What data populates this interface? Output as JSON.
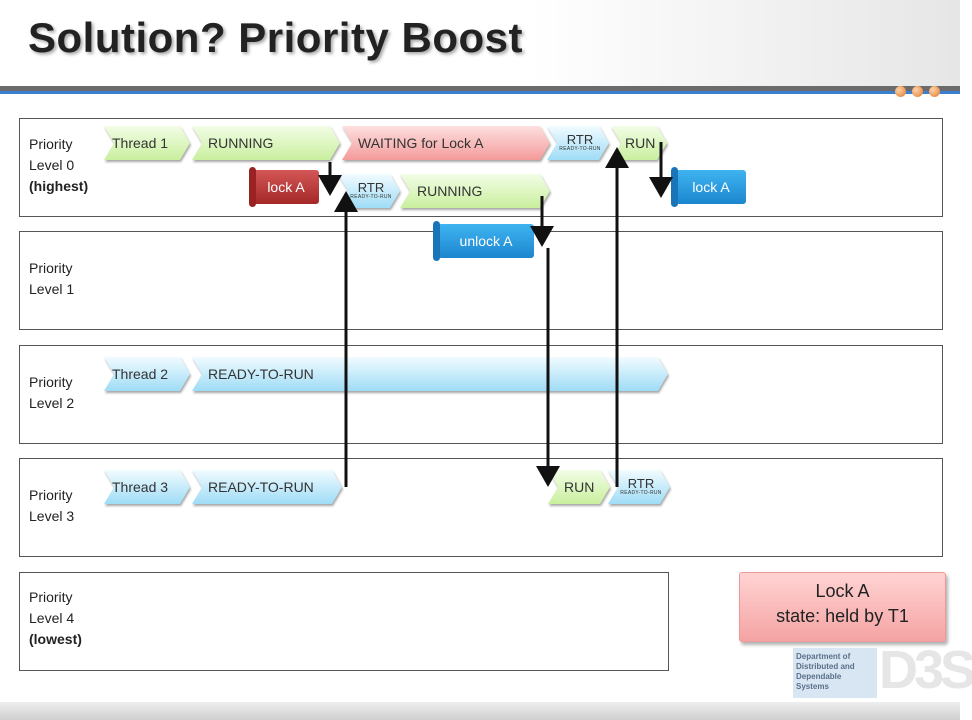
{
  "title": "Solution? Priority Boost",
  "lanes": [
    {
      "line1": "Priority",
      "line2": "Level 0",
      "line3": "(highest)"
    },
    {
      "line1": "Priority",
      "line2": "Level 1"
    },
    {
      "line1": "Priority",
      "line2": "Level 2"
    },
    {
      "line1": "Priority",
      "line2": "Level 3"
    },
    {
      "line1": "Priority",
      "line2": "Level 4",
      "line3": "(lowest)"
    }
  ],
  "shapes": {
    "thread1": "Thread 1",
    "running_t1": "RUNNING",
    "waiting": "WAITING for Lock A",
    "rtr1": "RTR",
    "rtr1_sub": "READY-TO-RUN",
    "run_l0": "RUN",
    "rtr2": "RTR",
    "rtr2_sub": "READY-TO-RUN",
    "running_l0b": "RUNNING",
    "thread2": "Thread 2",
    "rtr_t2": "READY-TO-RUN",
    "thread3": "Thread 3",
    "rtr_t3": "READY-TO-RUN",
    "run_l3": "RUN",
    "rtr3": "RTR",
    "rtr3_sub": "READY-TO-RUN"
  },
  "flags": {
    "lock_a_red": "lock A",
    "lock_a_blue": "lock A",
    "unlock_a": "unlock A"
  },
  "lock_status": {
    "line1": "Lock A",
    "line2": "state: held by T1"
  },
  "logo": {
    "text": "Department of Distributed and Dependable Systems",
    "mark": "D3S"
  },
  "colors": {
    "green_state": "#c9ef9e",
    "blue_state": "#9fdcf6",
    "red_state": "#f49a9a",
    "lock_red": "#a52828",
    "lock_blue": "#1c86cf",
    "accent_dots": "#e07a2c",
    "title_rule": "#3a7fd0"
  }
}
